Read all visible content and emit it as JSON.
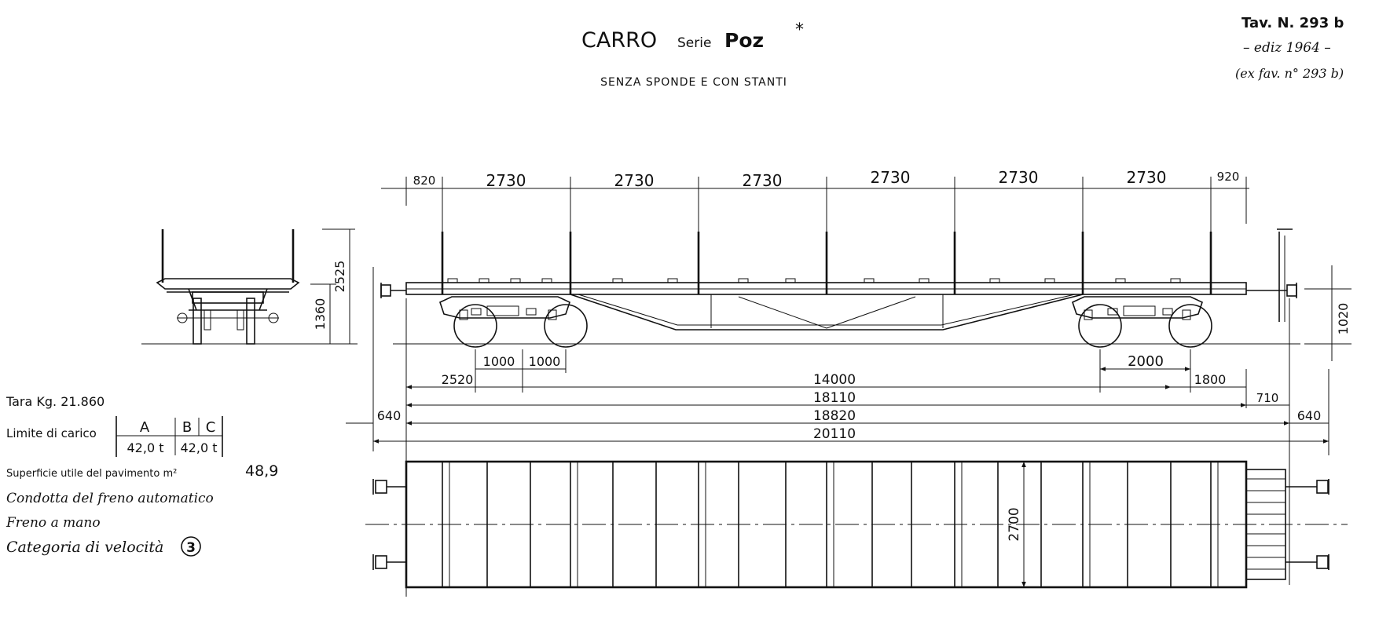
{
  "title": {
    "carro": "CARRO",
    "serie_word": "Serie",
    "serie_code": "Poz",
    "asterisk": "*",
    "subtitle": "SENZA SPONDE E CON STANTI"
  },
  "reference": {
    "table_number": "Tav. N. 293 b",
    "edition": "– ediz 1964 –",
    "former": "(ex fav. n° 293 b)"
  },
  "dimensions": {
    "top_segments": [
      "820",
      "2730",
      "2730",
      "2730",
      "2730",
      "2730",
      "2730",
      "920"
    ],
    "side_height_total": "2525",
    "side_height_floor": "1360",
    "right_height": "1020",
    "bogie_half_left": "1000",
    "bogie_half_right": "1000",
    "bogie_wheelbase": "2000",
    "left_overhang": "2520",
    "bogie_centers": "14000",
    "right_overhang": "1800",
    "frame_length": "18110",
    "right_end": "710",
    "buffer_left": "640",
    "over_headstocks": "18820",
    "buffer_right": "640",
    "over_buffers": "20110",
    "plan_width": "2700"
  },
  "specs": {
    "tare": "Tara Kg. 21.860",
    "load_limit_label": "Limite di carico",
    "load_table_headers": [
      "A",
      "B",
      "C"
    ],
    "load_values": [
      "42,0 t",
      "42,0 t"
    ],
    "floor_area_label": "Superficie utile del pavimento m²",
    "floor_area_value": "48,9",
    "brake_auto": "Condotta del freno automatico",
    "hand_brake": "Freno a mano",
    "speed_category_label": "Categoria di velocità",
    "speed_category_value": "3"
  }
}
